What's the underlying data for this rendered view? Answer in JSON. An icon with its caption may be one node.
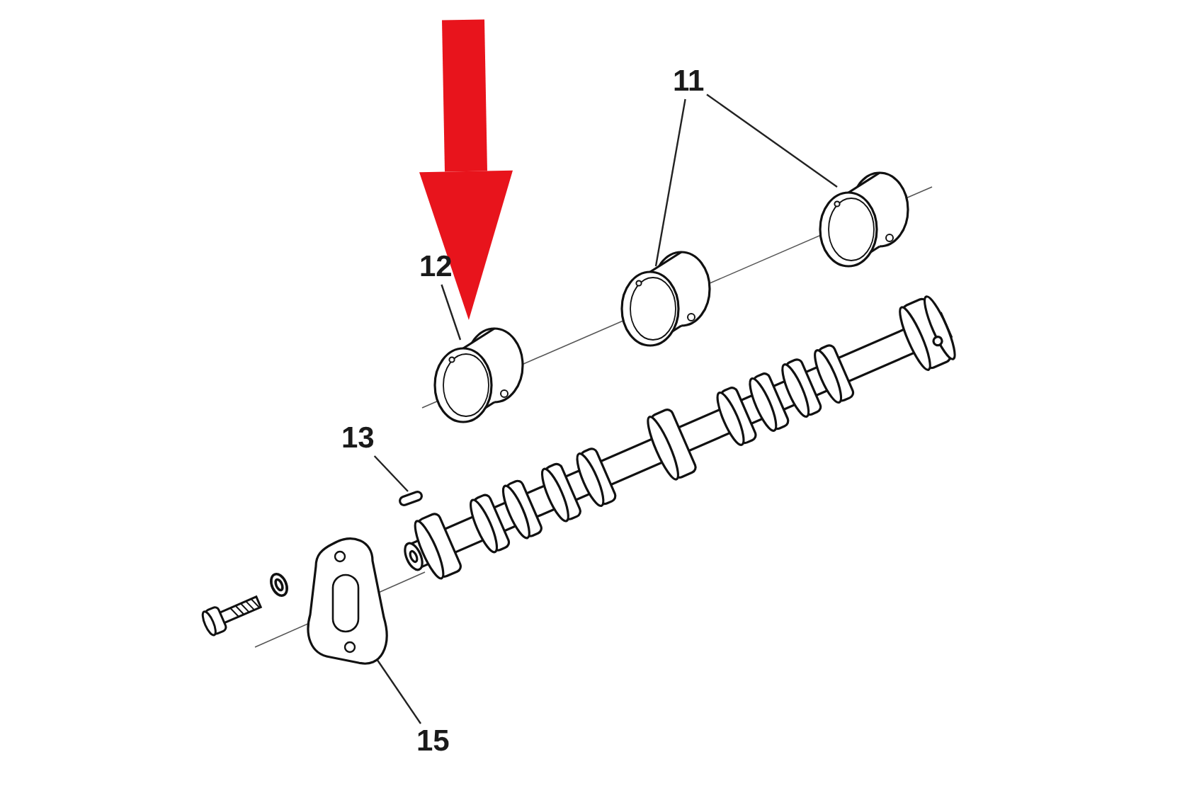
{
  "diagram": {
    "nodes": [
      {
        "text": [
          "12"
        ]
      },
      {
        "text": [],
        "shape": "picture"
      },
      {
        "text": [
          "11"
        ]
      },
      {
        "text": [],
        "shape": "picture"
      },
      {
        "text": [],
        "shape": "picture"
      },
      {
        "text": [
          "13"
        ]
      },
      {
        "text": [],
        "shape": "bar"
      },
      {
        "text": [
          "15"
        ]
      },
      {
        "text": [],
        "shape": "picture"
      }
    ],
    "edges": [
      {
        "from": 0,
        "to": 1,
        "arrow": "none"
      },
      {
        "from": 2,
        "to": 3,
        "arrow": "none"
      },
      {
        "from": 2,
        "to": 4,
        "arrow": "none"
      },
      {
        "from": 5,
        "to": 6,
        "arrow": "none"
      },
      {
        "from": 7,
        "to": 8,
        "arrow": "none"
      },
      {
        "from": null,
        "to": 1,
        "arrow": "to",
        "style": "thick",
        "color": "#e8141c"
      }
    ]
  }
}
